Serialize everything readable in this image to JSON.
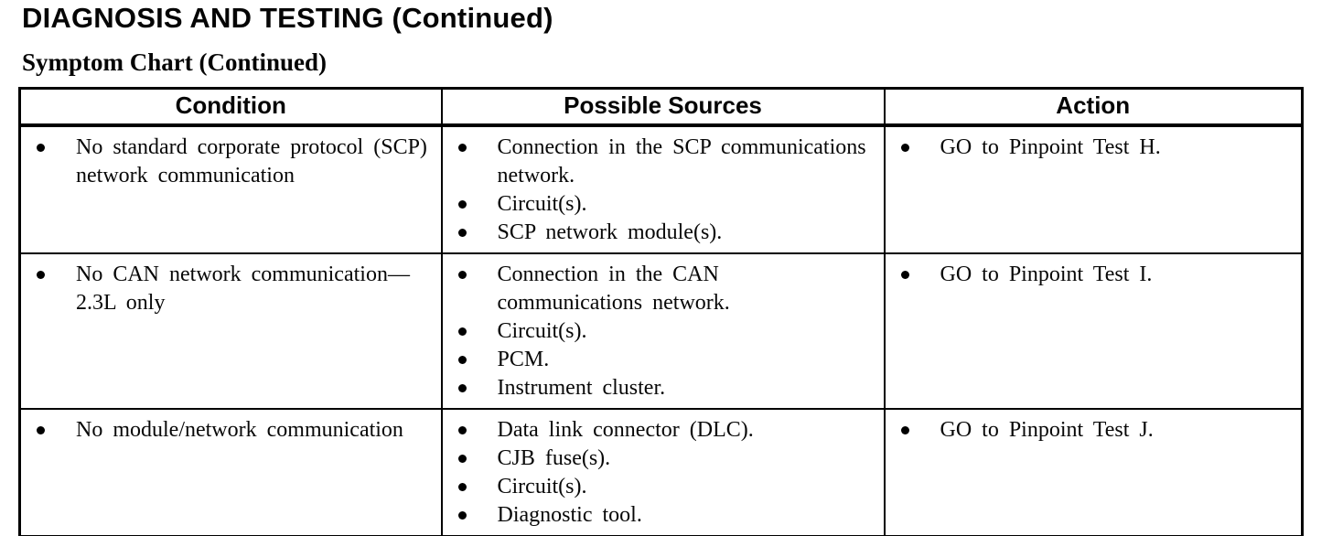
{
  "page": {
    "title": "DIAGNOSIS AND TESTING (Continued)",
    "subtitle": "Symptom Chart (Continued)"
  },
  "table": {
    "headers": {
      "condition": "Condition",
      "sources": "Possible Sources",
      "action": "Action"
    },
    "rows": [
      {
        "condition": [
          "No standard corporate protocol (SCP) network communication"
        ],
        "sources": [
          "Connection in the SCP communications network.",
          "Circuit(s).",
          "SCP network module(s)."
        ],
        "action": [
          "GO to Pinpoint Test H."
        ]
      },
      {
        "condition": [
          "No CAN network communication— 2.3L only"
        ],
        "sources": [
          "Connection in the CAN communications network.",
          "Circuit(s).",
          "PCM.",
          "Instrument cluster."
        ],
        "action": [
          "GO to Pinpoint Test I."
        ]
      },
      {
        "condition": [
          "No module/network communication"
        ],
        "sources": [
          "Data link connector (DLC).",
          "CJB fuse(s).",
          "Circuit(s).",
          "Diagnostic tool."
        ],
        "action": [
          "GO to Pinpoint Test J."
        ]
      }
    ]
  }
}
